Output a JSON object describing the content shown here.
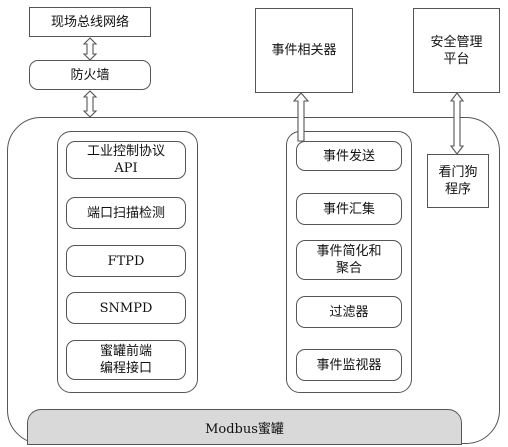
{
  "diagram": {
    "fieldbus": "现场总线网络",
    "firewall": "防火墙",
    "event_correlator": "事件相关器",
    "security_platform": "安全管理\n平台",
    "watchdog": "看门狗\n程序",
    "honeypot_base": "Modbus蜜罐",
    "left_modules": [
      "工业控制协议\nAPI",
      "端口扫描检测",
      "FTPD",
      "SNMPD",
      "蜜罐前端\n编程接口"
    ],
    "right_modules": [
      "事件发送",
      "事件汇集",
      "事件简化和\n聚合",
      "过滤器",
      "事件监视器"
    ]
  }
}
